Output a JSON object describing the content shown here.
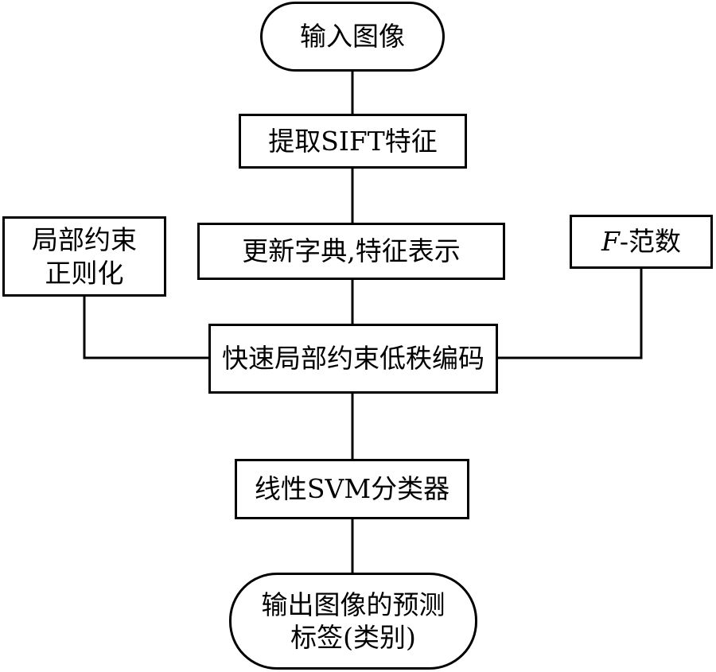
{
  "nodes": {
    "input_image": "输入图像",
    "extract_sift": "提取SIFT特征",
    "update_dictionary": "更新字典,特征表示",
    "local_constraint": "局部约束\n正则化",
    "f_norm_var": "F",
    "f_norm_rest": "-范数",
    "fast_llrc": "快速局部约束低秩编码",
    "linear_svm": "线性SVM分类器",
    "output_prediction": "输出图像的预测\n标签(类别)"
  }
}
